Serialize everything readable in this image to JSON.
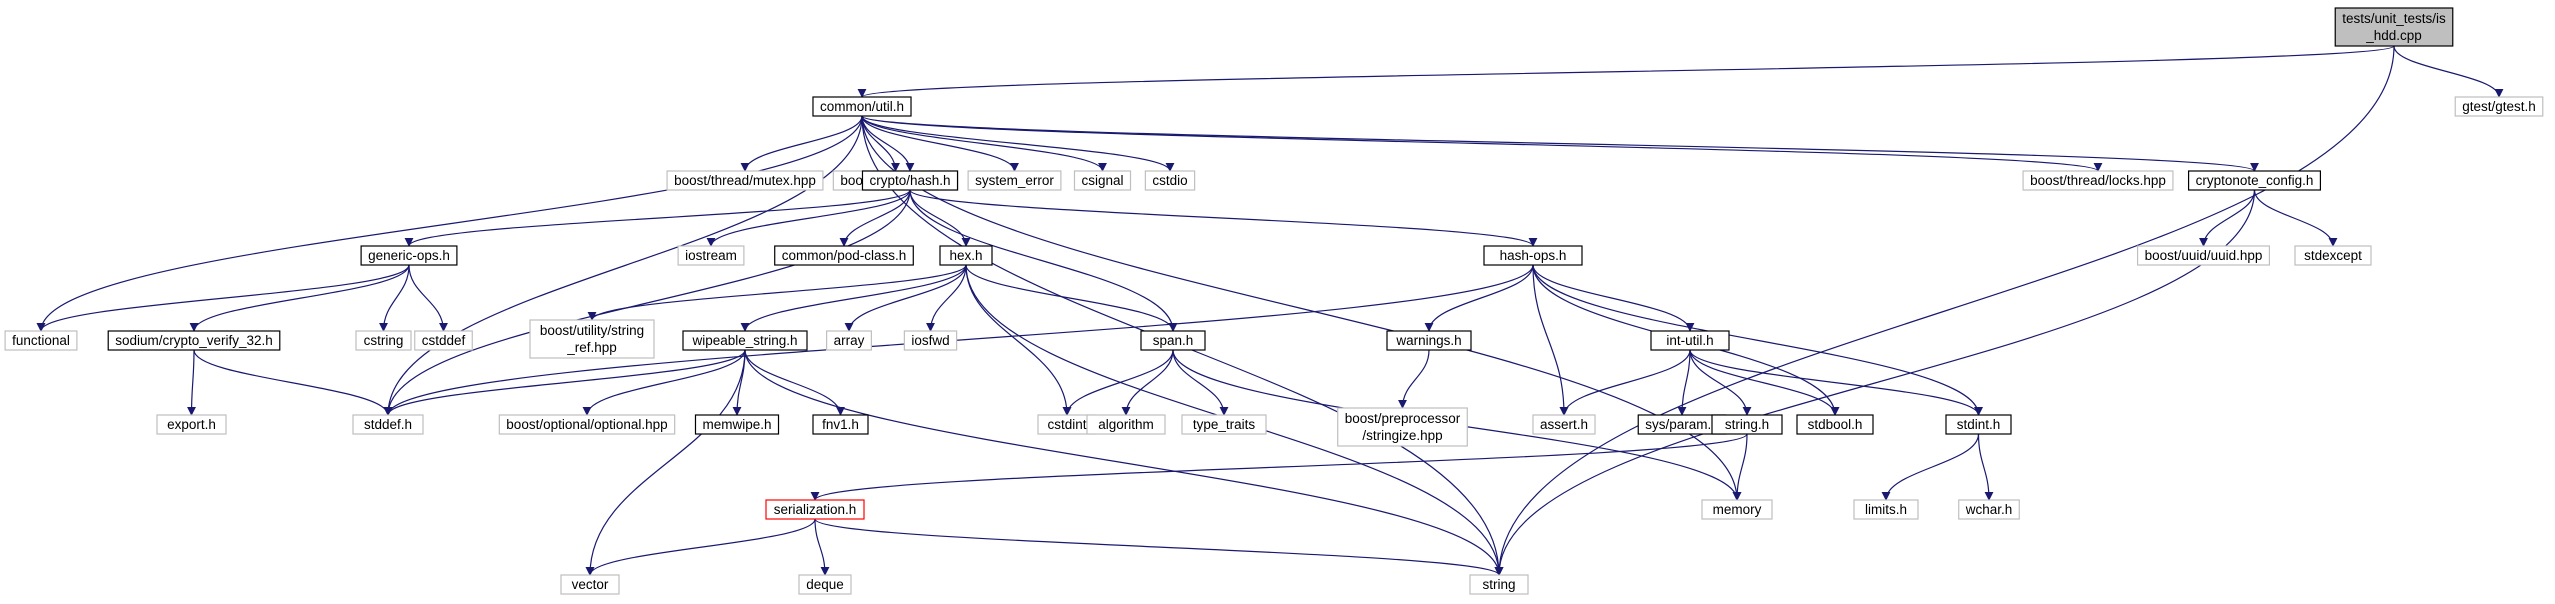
{
  "colors": {
    "edge": "#191970",
    "border_strong": "#000000",
    "border_weak": "#bfbfbf",
    "border_truncated": "#ff0000",
    "root_fill": "#bfbfbf",
    "text": "#000000"
  },
  "nodes": [
    {
      "id": "root",
      "lines": [
        "tests/unit_tests/is",
        "_hdd.cpp"
      ],
      "style": "root"
    },
    {
      "id": "common_util",
      "lines": [
        "common/util.h"
      ],
      "style": "strong"
    },
    {
      "id": "gtest",
      "lines": [
        "gtest/gtest.h"
      ],
      "style": "weak"
    },
    {
      "id": "boost_mutex",
      "lines": [
        "boost/thread/mutex.hpp"
      ],
      "style": "weak"
    },
    {
      "id": "boost_optional",
      "lines": [
        "boost/optional.hpp"
      ],
      "style": "weak"
    },
    {
      "id": "system_error",
      "lines": [
        "system_error"
      ],
      "style": "weak"
    },
    {
      "id": "csignal",
      "lines": [
        "csignal"
      ],
      "style": "weak"
    },
    {
      "id": "cstdio",
      "lines": [
        "cstdio"
      ],
      "style": "weak"
    },
    {
      "id": "crypto_hash",
      "lines": [
        "crypto/hash.h"
      ],
      "style": "strong"
    },
    {
      "id": "boost_locks",
      "lines": [
        "boost/thread/locks.hpp"
      ],
      "style": "weak"
    },
    {
      "id": "cryptonote_config",
      "lines": [
        "cryptonote_config.h"
      ],
      "style": "strong"
    },
    {
      "id": "generic_ops",
      "lines": [
        "generic-ops.h"
      ],
      "style": "strong"
    },
    {
      "id": "iostream",
      "lines": [
        "iostream"
      ],
      "style": "weak"
    },
    {
      "id": "pod_class",
      "lines": [
        "common/pod-class.h"
      ],
      "style": "strong"
    },
    {
      "id": "hex",
      "lines": [
        "hex.h"
      ],
      "style": "strong"
    },
    {
      "id": "hash_ops",
      "lines": [
        "hash-ops.h"
      ],
      "style": "strong"
    },
    {
      "id": "boost_uuid",
      "lines": [
        "boost/uuid/uuid.hpp"
      ],
      "style": "weak"
    },
    {
      "id": "stdexcept",
      "lines": [
        "stdexcept"
      ],
      "style": "weak"
    },
    {
      "id": "functional",
      "lines": [
        "functional"
      ],
      "style": "weak"
    },
    {
      "id": "sodium",
      "lines": [
        "sodium/crypto_verify_32.h"
      ],
      "style": "strong"
    },
    {
      "id": "cstring",
      "lines": [
        "cstring"
      ],
      "style": "weak"
    },
    {
      "id": "cstddef",
      "lines": [
        "cstddef"
      ],
      "style": "weak"
    },
    {
      "id": "string_ref",
      "lines": [
        "boost/utility/string",
        "_ref.hpp"
      ],
      "style": "weak"
    },
    {
      "id": "wipeable_string",
      "lines": [
        "wipeable_string.h"
      ],
      "style": "strong"
    },
    {
      "id": "array",
      "lines": [
        "array"
      ],
      "style": "weak"
    },
    {
      "id": "iosfwd",
      "lines": [
        "iosfwd"
      ],
      "style": "weak"
    },
    {
      "id": "span",
      "lines": [
        "span.h"
      ],
      "style": "strong"
    },
    {
      "id": "warnings",
      "lines": [
        "warnings.h"
      ],
      "style": "strong"
    },
    {
      "id": "int_util",
      "lines": [
        "int-util.h"
      ],
      "style": "strong"
    },
    {
      "id": "export",
      "lines": [
        "export.h"
      ],
      "style": "weak"
    },
    {
      "id": "stddef",
      "lines": [
        "stddef.h"
      ],
      "style": "weak"
    },
    {
      "id": "boost_opt_opt",
      "lines": [
        "boost/optional/optional.hpp"
      ],
      "style": "weak"
    },
    {
      "id": "memwipe",
      "lines": [
        "memwipe.h"
      ],
      "style": "strong"
    },
    {
      "id": "fnv1",
      "lines": [
        "fnv1.h"
      ],
      "style": "strong"
    },
    {
      "id": "cstdint",
      "lines": [
        "cstdint"
      ],
      "style": "weak"
    },
    {
      "id": "algorithm",
      "lines": [
        "algorithm"
      ],
      "style": "weak"
    },
    {
      "id": "type_traits",
      "lines": [
        "type_traits"
      ],
      "style": "weak"
    },
    {
      "id": "stringize",
      "lines": [
        "boost/preprocessor",
        "/stringize.hpp"
      ],
      "style": "weak"
    },
    {
      "id": "assert",
      "lines": [
        "assert.h"
      ],
      "style": "weak"
    },
    {
      "id": "sys_param",
      "lines": [
        "sys/param.h"
      ],
      "style": "strong"
    },
    {
      "id": "string_h",
      "lines": [
        "string.h"
      ],
      "style": "strong"
    },
    {
      "id": "stdbool",
      "lines": [
        "stdbool.h"
      ],
      "style": "strong"
    },
    {
      "id": "stdint",
      "lines": [
        "stdint.h"
      ],
      "style": "strong"
    },
    {
      "id": "serialization",
      "lines": [
        "serialization.h"
      ],
      "style": "truncated"
    },
    {
      "id": "memory",
      "lines": [
        "memory"
      ],
      "style": "weak"
    },
    {
      "id": "limits",
      "lines": [
        "limits.h"
      ],
      "style": "weak"
    },
    {
      "id": "wchar",
      "lines": [
        "wchar.h"
      ],
      "style": "weak"
    },
    {
      "id": "vector",
      "lines": [
        "vector"
      ],
      "style": "weak"
    },
    {
      "id": "deque",
      "lines": [
        "deque"
      ],
      "style": "weak"
    },
    {
      "id": "string",
      "lines": [
        "string"
      ],
      "style": "weak"
    }
  ],
  "edges": [
    [
      "root",
      "common_util"
    ],
    [
      "root",
      "gtest"
    ],
    [
      "root",
      "string"
    ],
    [
      "common_util",
      "boost_mutex"
    ],
    [
      "common_util",
      "boost_optional"
    ],
    [
      "common_util",
      "system_error"
    ],
    [
      "common_util",
      "csignal"
    ],
    [
      "common_util",
      "cstdio"
    ],
    [
      "common_util",
      "functional"
    ],
    [
      "common_util",
      "crypto_hash"
    ],
    [
      "common_util",
      "stddef"
    ],
    [
      "common_util",
      "boost_locks"
    ],
    [
      "common_util",
      "memory"
    ],
    [
      "common_util",
      "string"
    ],
    [
      "common_util",
      "cryptonote_config"
    ],
    [
      "crypto_hash",
      "stddef"
    ],
    [
      "crypto_hash",
      "iostream"
    ],
    [
      "crypto_hash",
      "pod_class"
    ],
    [
      "crypto_hash",
      "generic_ops"
    ],
    [
      "crypto_hash",
      "hex"
    ],
    [
      "crypto_hash",
      "span"
    ],
    [
      "crypto_hash",
      "hash_ops"
    ],
    [
      "cryptonote_config",
      "boost_uuid"
    ],
    [
      "cryptonote_config",
      "stdexcept"
    ],
    [
      "cryptonote_config",
      "string"
    ],
    [
      "generic_ops",
      "functional"
    ],
    [
      "generic_ops",
      "sodium"
    ],
    [
      "generic_ops",
      "cstring"
    ],
    [
      "generic_ops",
      "cstddef"
    ],
    [
      "sodium",
      "export"
    ],
    [
      "sodium",
      "stddef"
    ],
    [
      "hex",
      "string_ref"
    ],
    [
      "hex",
      "wipeable_string"
    ],
    [
      "hex",
      "array"
    ],
    [
      "hex",
      "iosfwd"
    ],
    [
      "hex",
      "span"
    ],
    [
      "hex",
      "cstdint"
    ],
    [
      "hex",
      "string"
    ],
    [
      "wipeable_string",
      "stddef"
    ],
    [
      "wipeable_string",
      "vector"
    ],
    [
      "wipeable_string",
      "boost_opt_opt"
    ],
    [
      "wipeable_string",
      "memwipe"
    ],
    [
      "wipeable_string",
      "fnv1"
    ],
    [
      "wipeable_string",
      "string"
    ],
    [
      "span",
      "cstdint"
    ],
    [
      "span",
      "algorithm"
    ],
    [
      "span",
      "type_traits"
    ],
    [
      "span",
      "memory"
    ],
    [
      "hash_ops",
      "stddef"
    ],
    [
      "hash_ops",
      "warnings"
    ],
    [
      "hash_ops",
      "assert"
    ],
    [
      "hash_ops",
      "int_util"
    ],
    [
      "hash_ops",
      "stdbool"
    ],
    [
      "hash_ops",
      "stdint"
    ],
    [
      "warnings",
      "stringize"
    ],
    [
      "int_util",
      "assert"
    ],
    [
      "int_util",
      "sys_param"
    ],
    [
      "int_util",
      "string_h"
    ],
    [
      "int_util",
      "stdbool"
    ],
    [
      "int_util",
      "stdint"
    ],
    [
      "string_h",
      "serialization"
    ],
    [
      "string_h",
      "memory"
    ],
    [
      "stdint",
      "limits"
    ],
    [
      "stdint",
      "wchar"
    ],
    [
      "serialization",
      "vector"
    ],
    [
      "serialization",
      "deque"
    ],
    [
      "serialization",
      "string"
    ]
  ]
}
